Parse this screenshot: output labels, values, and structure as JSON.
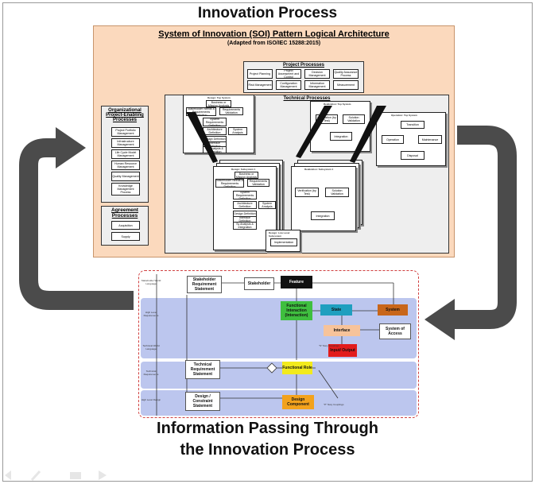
{
  "titles": {
    "top": "Innovation Process",
    "bottom_line1": "Information Passing Through",
    "bottom_line2": "the Innovation Process"
  },
  "soi": {
    "title": "System of Innovation (SOI) Pattern Logical Architecture",
    "subtitle": "(Adapted from ISO/IEC 15288:2015)"
  },
  "project_processes": {
    "title": "Project Processes",
    "items": [
      "Project Planning",
      "Project Assessment and Control",
      "Decision Management",
      "Quality Assurance Process",
      "Risk Management",
      "Configuration Management",
      "Information Management",
      "Measurement"
    ]
  },
  "org_processes": {
    "title": "Organizational Project-Enabling Processes",
    "items": [
      "Project Portfolio Management",
      "Infrastructure Management",
      "Life Cycle Model Management",
      "Human Resource Management",
      "Quality Management",
      "Knowledge Management Process"
    ]
  },
  "agreement_processes": {
    "title": "Agreement Processes",
    "items": [
      "Acquisition",
      "Supply"
    ]
  },
  "technical_processes": {
    "title": "Technical Processes",
    "design_top": {
      "title": "Design: Top System",
      "items": [
        "Business or Mission Analysis",
        "Stakeholder Needs & Requirements Definition",
        "Requirements Validation",
        "System Requirements Definition",
        "Architecture Definition",
        "System Analysis",
        "Design Definition",
        "Interface Definition",
        "Sy Analysis & Integration"
      ]
    },
    "realization_top": {
      "title": "Realization: Top System",
      "items": [
        "Verification (by Test)",
        "Solution Validation",
        "Integration"
      ]
    },
    "operation_top": {
      "title": "Operation: Top System",
      "items": [
        "Transition",
        "Operation",
        "Maintenance",
        "Disposal"
      ]
    },
    "design_sub": {
      "title": "Design: Subsystem 1",
      "items": [
        "Business or Mission Analysis",
        "Stakeholder Needs & Requirements Definition",
        "Requirements Validation",
        "System Requirements Definition",
        "Architecture Definition",
        "System Analysis",
        "Design Definition",
        "Interface Definition",
        "Sy Analysis & Integration"
      ]
    },
    "realization_sub": {
      "title": "Realization: Subsystem 1",
      "items": [
        "Verification (by Test)",
        "Solution Validation",
        "Integration"
      ]
    },
    "implementation": {
      "title": "Design: Low Level Subsystem",
      "items": [
        "Implementation"
      ]
    }
  },
  "info_model": {
    "side_labels": [
      "Stakeholder World Language",
      "High Level Requirements",
      "Technical World Language",
      "Technical Requirements",
      "High Level Design"
    ],
    "nodes": {
      "stakeholder_req": "Stakeholder Requirement Statement",
      "stakeholder": "Stakeholder",
      "feature": "Feature",
      "functional_interaction": "Functional Interaction (Interaction)",
      "state": "State",
      "system": "System",
      "interface": "Interface",
      "system_of_access": "System of Access",
      "input_output": "Input/ Output",
      "technical_req": "Technical Requirement Statement",
      "functional_role": "Functional Role",
      "design_constraint": "Design / Constraint Statement",
      "design_component": "Design Component"
    },
    "notes": {
      "n_ary_1": "\"N\" Nary Couplings",
      "n_ary_2": "\"P\" Nary Couplings",
      "attribute": "attribute"
    },
    "colors": {
      "feature": "#111111",
      "functional_interaction": "#3fbf3f",
      "state": "#1f9fbf",
      "system": "#c8661a",
      "interface": "#f7c39a",
      "input_output": "#e21c1c",
      "functional_role": "#f2ea1c",
      "design_component": "#f3a21c",
      "band": "#bcc6ee"
    }
  },
  "arrows": {
    "color": "#4b4b4b",
    "meaning": "cycle"
  }
}
